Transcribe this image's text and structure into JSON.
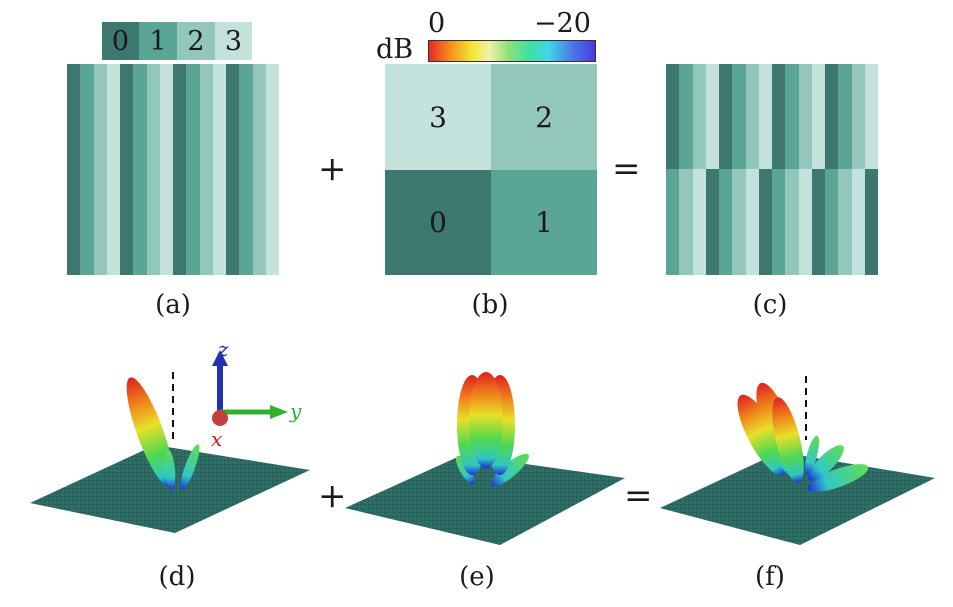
{
  "colors": {
    "c0": "#3d7870",
    "c1": "#5ba597",
    "c2": "#93c7bc",
    "c3": "#c4e2dc",
    "ground": "#2f6f68"
  },
  "legend": {
    "states": [
      "0",
      "1",
      "2",
      "3"
    ]
  },
  "panel_a": {
    "pattern": [
      0,
      1,
      2,
      3,
      0,
      1,
      2,
      3,
      0,
      1,
      2,
      3,
      0,
      1,
      2,
      3
    ]
  },
  "panel_b": {
    "quadrants": {
      "top_left": "3",
      "top_right": "2",
      "bottom_left": "0",
      "bottom_right": "1"
    },
    "colorbar": {
      "unit": "dB",
      "min_label": "0",
      "max_label": "−20"
    }
  },
  "panel_c": {
    "top_pattern": [
      0,
      1,
      2,
      3,
      0,
      1,
      2,
      3,
      0,
      1,
      2,
      3,
      0,
      1,
      2,
      3
    ],
    "bottom_pattern": [
      1,
      2,
      3,
      0,
      1,
      2,
      3,
      0,
      1,
      2,
      3,
      0,
      1,
      2,
      3,
      0
    ]
  },
  "operators": {
    "plus": "+",
    "equals": "="
  },
  "axes": {
    "z": "z",
    "y": "y",
    "x": "x"
  },
  "captions": {
    "a": "(a)",
    "b": "(b)",
    "c": "(c)",
    "d": "(d)",
    "e": "(e)",
    "f": "(f)"
  }
}
